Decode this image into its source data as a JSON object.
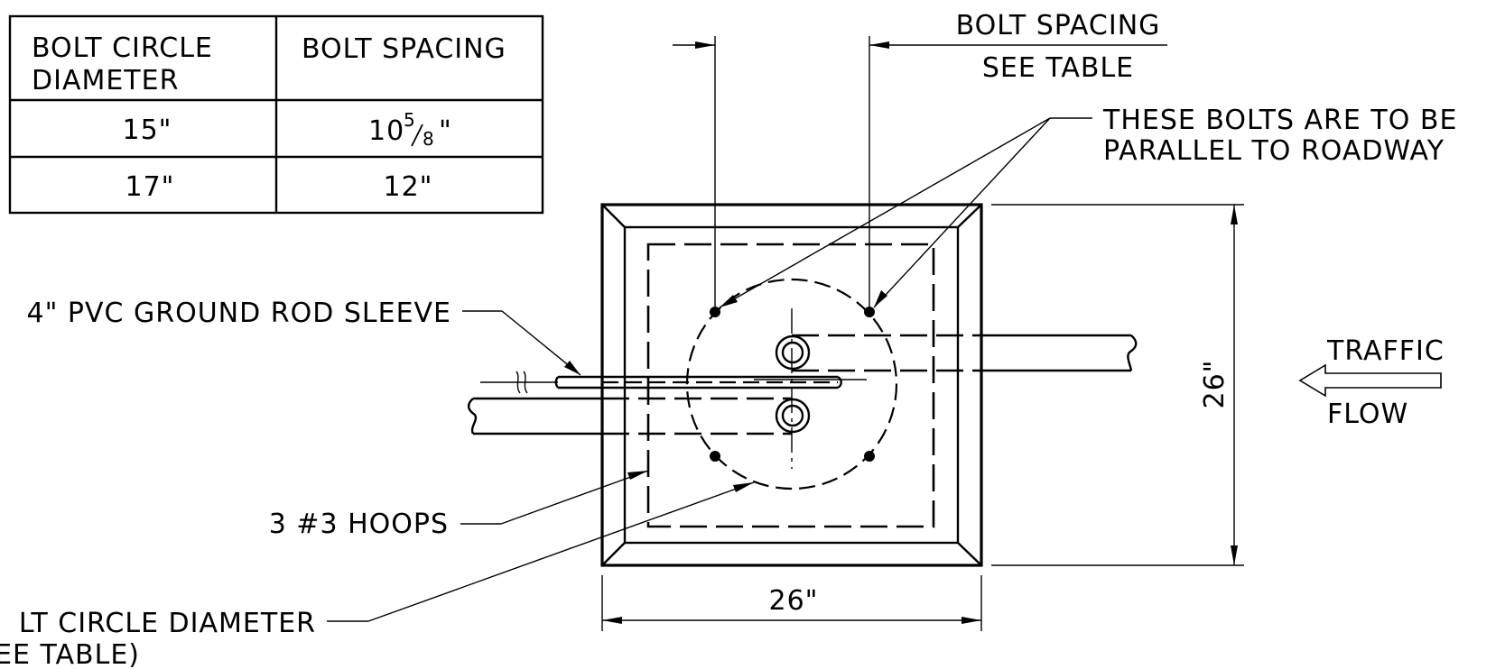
{
  "table": {
    "header_col1_line1": "BOLT CIRCLE",
    "header_col1_line2": "DIAMETER",
    "header_col2": "BOLT SPACING",
    "rows": [
      {
        "diameter": "15\"",
        "spacing_whole": "10",
        "spacing_num": "5",
        "spacing_den": "8",
        "spacing_unit": "\""
      },
      {
        "diameter": "17\"",
        "spacing": "12\""
      }
    ]
  },
  "labels": {
    "bolt_spacing_line1": "BOLT SPACING",
    "bolt_spacing_line2": "SEE TABLE",
    "bolts_parallel_line1": "THESE BOLTS ARE TO BE",
    "bolts_parallel_line2": "PARALLEL TO ROADWAY",
    "pvc_sleeve": "4\" PVC GROUND ROD SLEEVE",
    "hoops": "3 #3 HOOPS",
    "bolt_circle_line1": "LT CIRCLE DIAMETER",
    "bolt_circle_line2": "EE TABLE)",
    "traffic": "TRAFFIC",
    "flow": "FLOW",
    "dim_width": "26\"",
    "dim_height": "26\""
  }
}
